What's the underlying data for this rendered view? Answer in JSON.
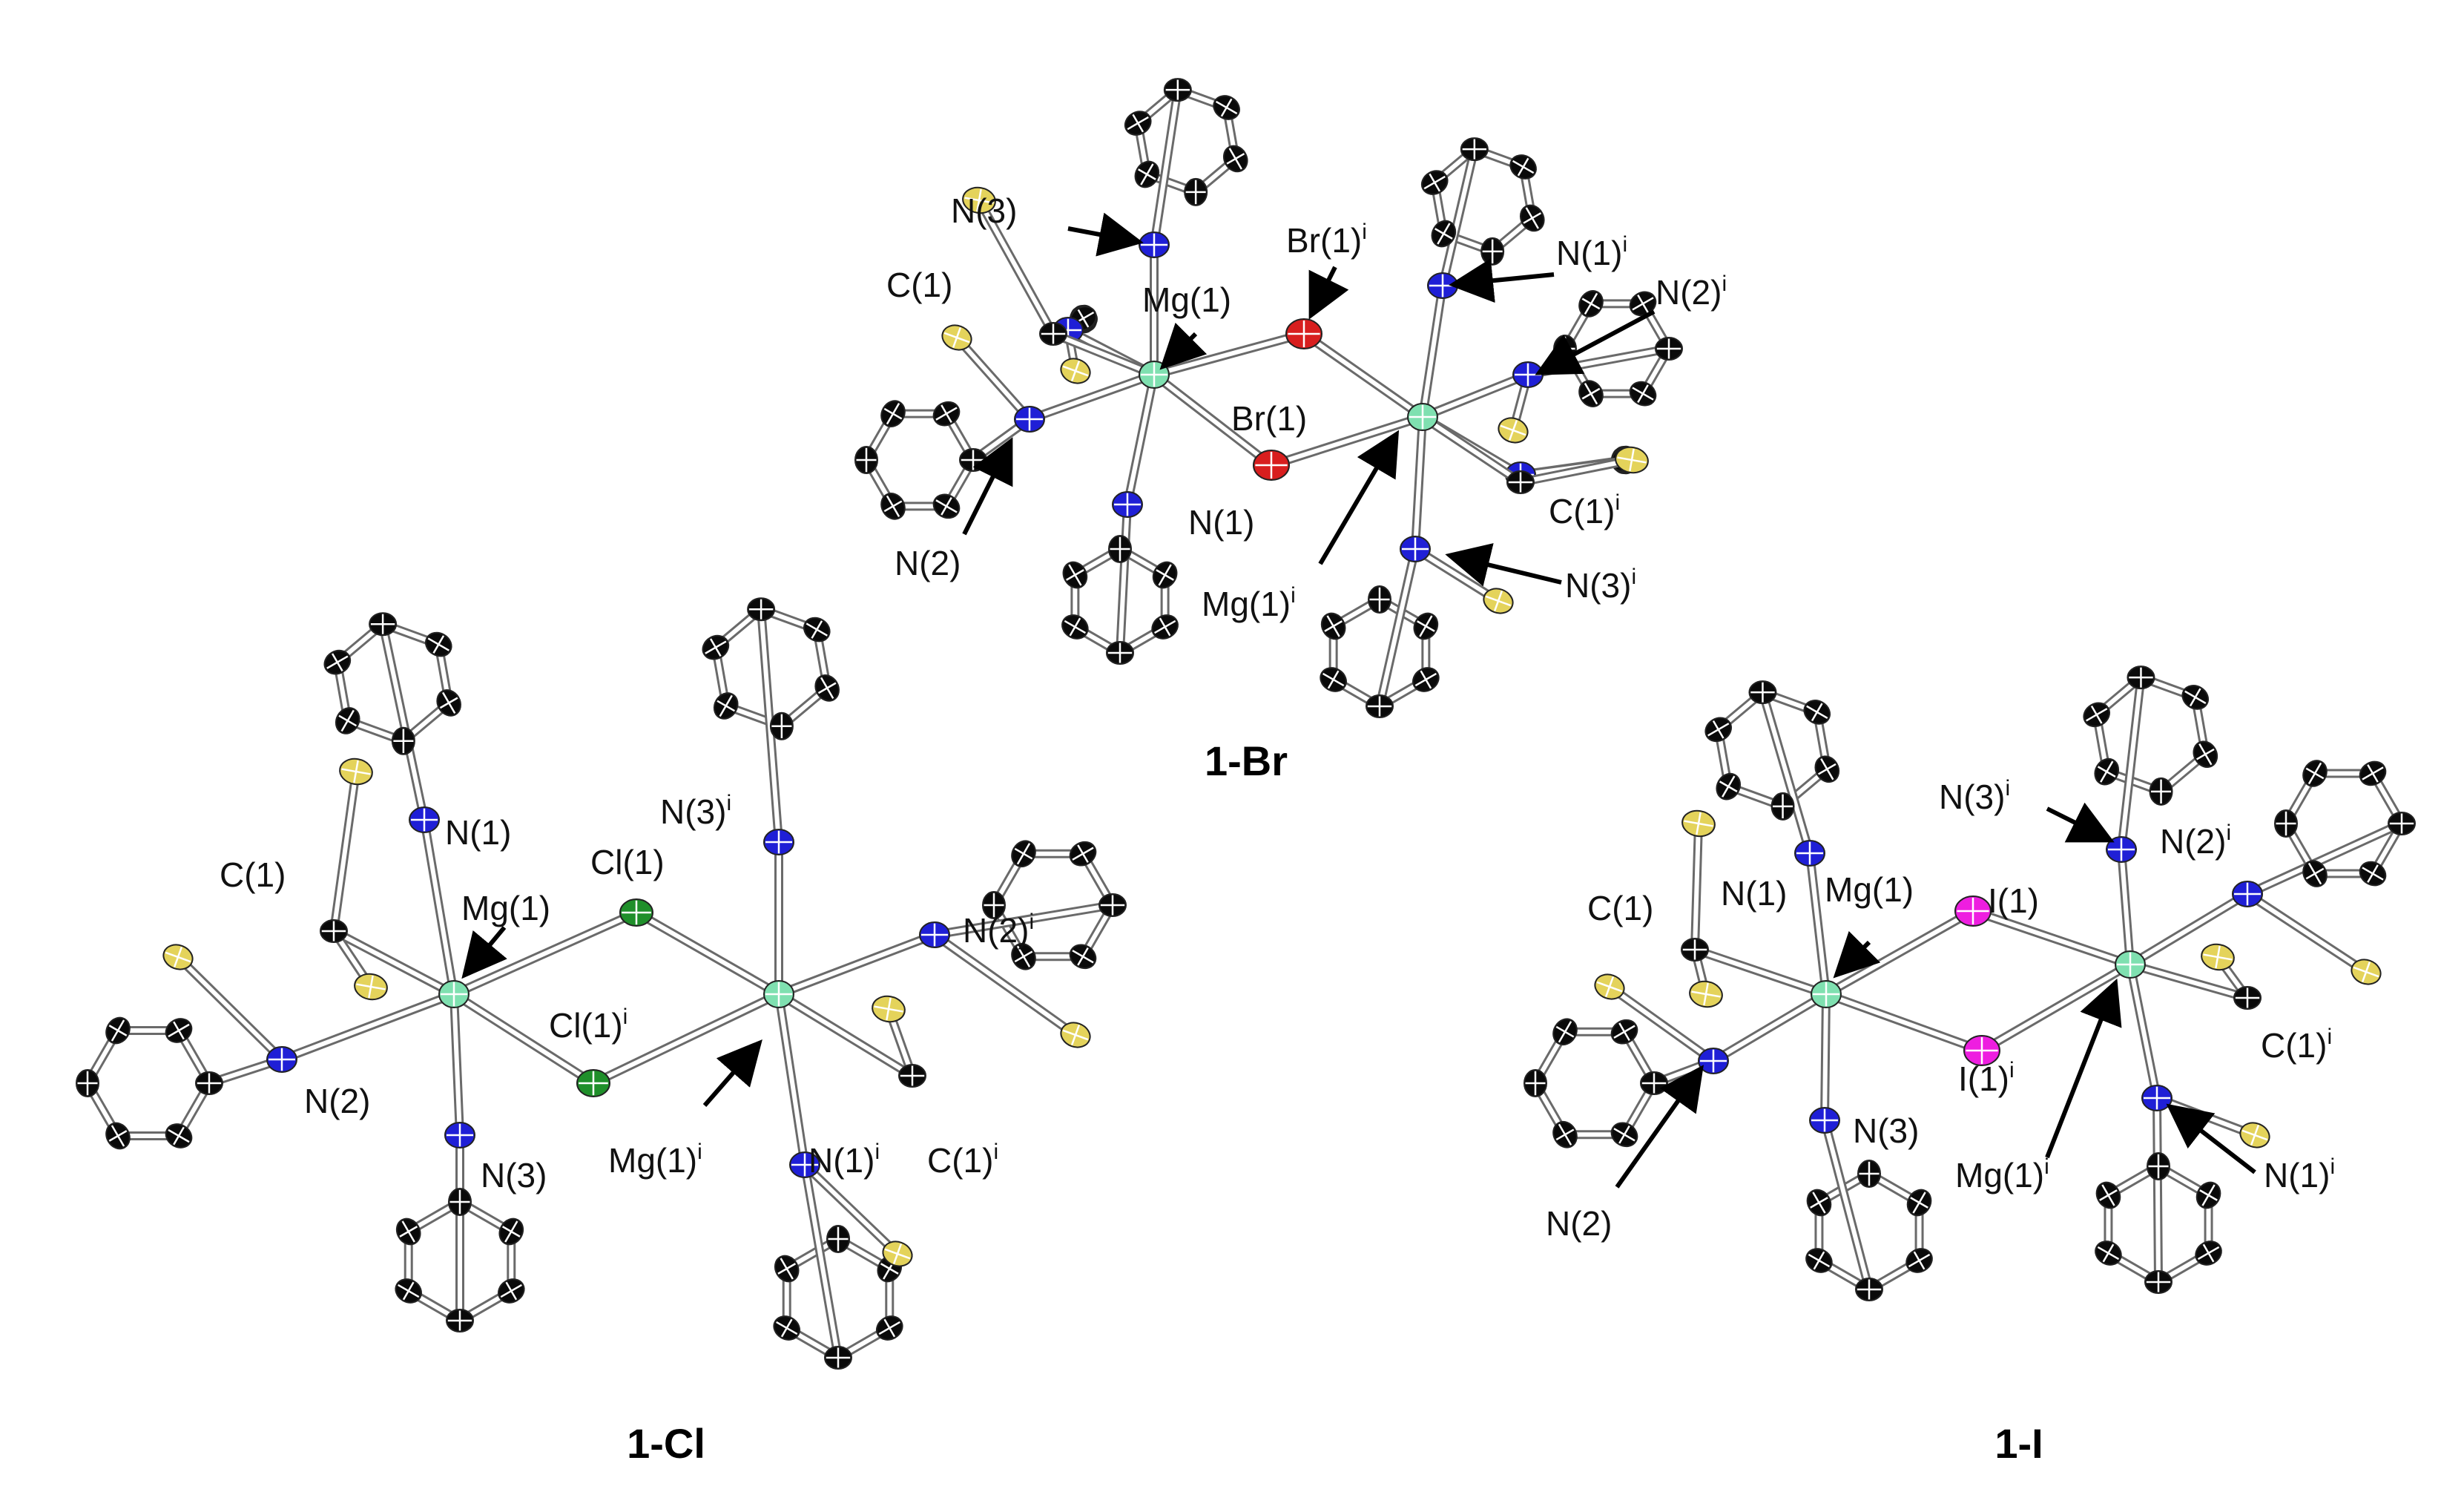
{
  "colors": {
    "C": "#0a0a0a",
    "N": "#1f1fd6",
    "S": "#e4d35b",
    "Mg": "#7fe0b0",
    "Cl": "#1f8f2a",
    "Br": "#d81e1e",
    "I": "#ee1ee0",
    "bond": "#b5b5b5",
    "arrow": "#000000"
  },
  "panels": [
    {
      "title": "1-Br",
      "labels": [
        "N(3)",
        "C(1)",
        "Mg(1)",
        "Br(1)",
        "N(1)",
        "N(2)",
        "N(1)",
        "N(2)",
        "C(1)",
        "N(3)",
        "Mg(1)",
        "Br(1)"
      ],
      "superscript": "i"
    },
    {
      "title": "1-Cl",
      "labels": [
        "C(1)",
        "N(1)",
        "Mg(1)",
        "Cl(1)",
        "N(3)",
        "N(2)",
        "N(2)",
        "N(3)",
        "Cl(1)",
        "Mg(1)",
        "N(1)",
        "C(1)"
      ],
      "superscript": "i"
    },
    {
      "title": "1-I",
      "labels": [
        "N(3)",
        "N(2)",
        "C(1)",
        "N(1)",
        "Mg(1)",
        "I(1)",
        "I(1)",
        "N(3)",
        "N(2)",
        "C(1)",
        "Mg(1)",
        "N(1)"
      ],
      "superscript": "i"
    }
  ]
}
